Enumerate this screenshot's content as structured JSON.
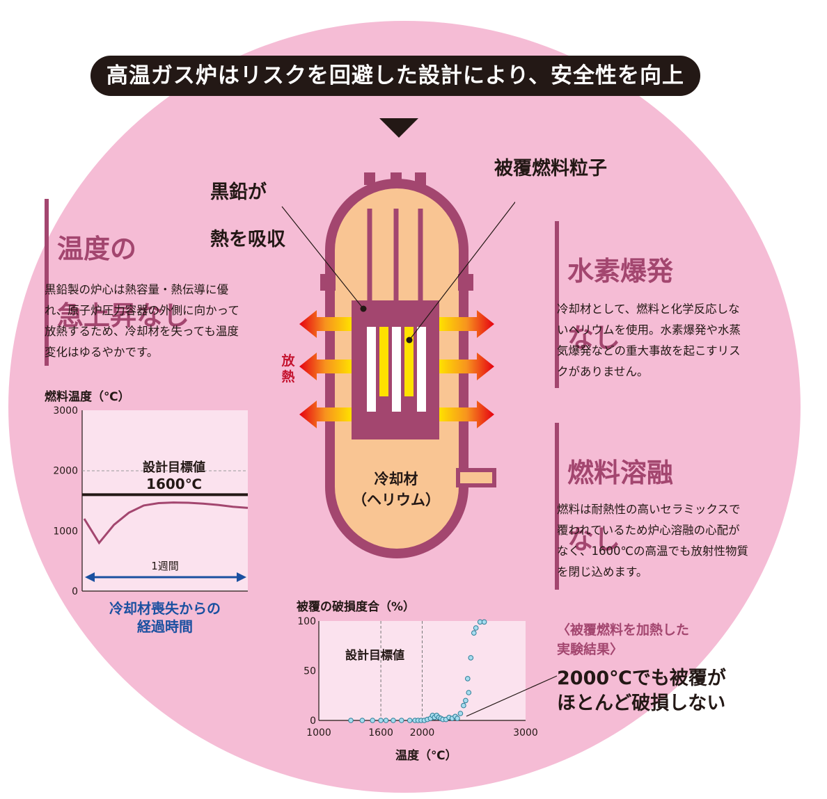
{
  "banner": {
    "title": "高温ガス炉はリスクを回避した設計により、安全性を向上"
  },
  "reactor": {
    "graphite_label": [
      "黒鉛が",
      "熱を吸収"
    ],
    "fuel_label": "被覆燃料粒子",
    "heat_label": "放熱",
    "coolant_label": [
      "冷却材",
      "（ヘリウム）"
    ]
  },
  "left_panel": {
    "heading": [
      "温度の",
      "急上昇なし"
    ],
    "body": [
      "黒鉛製の炉心は熱容量・熱伝導に優",
      "れ、原子炉圧力容器の外側に向かって",
      "放熱するため、冷却材を失っても温度",
      "変化はゆるやかです。"
    ],
    "chart_data": {
      "type": "line",
      "ylabel": "燃料温度（℃）",
      "ylim": [
        0,
        3000
      ],
      "yticks": [
        "3000",
        "2000",
        "1000",
        "0"
      ],
      "reference_line": {
        "label": "設計目標値",
        "value_label": "1600℃",
        "value": 1600
      },
      "series": [
        {
          "values": [
            1200,
            800,
            1100,
            1300,
            1420,
            1460,
            1470,
            1465,
            1450,
            1430,
            1400,
            1380
          ]
        }
      ],
      "duration_label": "1週間",
      "xlabel": [
        "冷却材喪失からの",
        "経過時間"
      ]
    }
  },
  "right_panel": {
    "heading1": [
      "水素爆発",
      "なし"
    ],
    "body1": [
      "冷却材として、燃料と化学反応しな",
      "いヘリウムを使用。水素爆発や水蒸",
      "気爆発などの重大事故を起こすリス",
      "クがありません。"
    ],
    "heading2": [
      "燃料溶融",
      "なし"
    ],
    "body2": [
      "燃料は耐熱性の高いセラミックスで",
      "覆われているため炉心溶融の心配が",
      "なく、1600℃の高温でも放射性物質",
      "を閉じ込めます。"
    ]
  },
  "bottom_panel": {
    "note": [
      "〈被覆燃料を加熱した",
      "実験結果〉"
    ],
    "result": [
      "2000℃でも被覆が",
      "ほとんど破損しない"
    ],
    "chart_data": {
      "type": "scatter",
      "ylabel": "被覆の破損度合（%）",
      "xlabel": "温度（℃）",
      "xlim": [
        1000,
        3000
      ],
      "ylim": [
        0,
        100
      ],
      "xticks": [
        "1000",
        "1600",
        "2000",
        "3000"
      ],
      "yticks": [
        "100",
        "50",
        "0"
      ],
      "design_target_label": "設計目標値",
      "points": [
        [
          1310,
          0
        ],
        [
          1420,
          0
        ],
        [
          1520,
          0
        ],
        [
          1600,
          0
        ],
        [
          1650,
          0
        ],
        [
          1720,
          0
        ],
        [
          1800,
          0
        ],
        [
          1880,
          0
        ],
        [
          1930,
          0
        ],
        [
          1960,
          0
        ],
        [
          1990,
          0
        ],
        [
          2020,
          0
        ],
        [
          2050,
          1
        ],
        [
          2080,
          2
        ],
        [
          2100,
          5
        ],
        [
          2120,
          3
        ],
        [
          2140,
          5
        ],
        [
          2160,
          3
        ],
        [
          2180,
          2
        ],
        [
          2200,
          1
        ],
        [
          2230,
          1
        ],
        [
          2260,
          3
        ],
        [
          2290,
          2
        ],
        [
          2320,
          4
        ],
        [
          2340,
          2
        ],
        [
          2370,
          7
        ],
        [
          2400,
          15
        ],
        [
          2420,
          20
        ],
        [
          2440,
          42
        ],
        [
          2450,
          28
        ],
        [
          2470,
          63
        ],
        [
          2500,
          88
        ],
        [
          2520,
          93
        ],
        [
          2560,
          99
        ],
        [
          2600,
          99
        ]
      ]
    }
  }
}
